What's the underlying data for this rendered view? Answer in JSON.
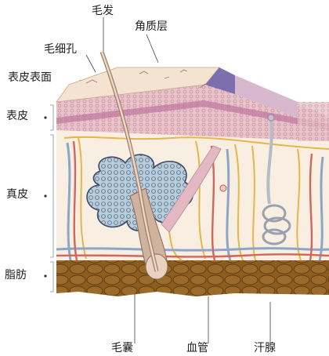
{
  "labels": {
    "hair": "毛发",
    "stratum_corneum": "角质层",
    "pore": "毛细孔",
    "skin_surface": "表皮表面",
    "epidermis": "表皮",
    "dermis": "真皮",
    "fat": "脂肪",
    "hair_follicle": "毛囊",
    "blood_vessel": "血管",
    "sweat_gland": "汗腺"
  },
  "colors": {
    "surface": "#f3e3d0",
    "epidermis_top": "#e7b9b9",
    "epidermis_stripe": "#c27aa0",
    "dermis": "#f8efe2",
    "fat": "#8b5e20",
    "fat_dark": "#6b4515",
    "hair": "#d8c2b0",
    "gland": "#9fb8c9",
    "nerve": "#e7b64a",
    "artery": "#d1665b",
    "vein": "#8da6c8",
    "sweat_gland": "#b6bcc6",
    "cut_face": "#7b6fb0"
  }
}
